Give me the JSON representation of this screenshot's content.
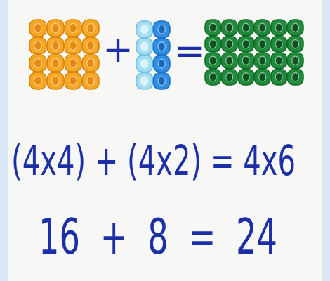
{
  "diagram": {
    "labels": [
      "+",
      "=",
      "(4x4) + (4x2) = 4x6",
      "16 + 8 = 24"
    ]
  }
}
